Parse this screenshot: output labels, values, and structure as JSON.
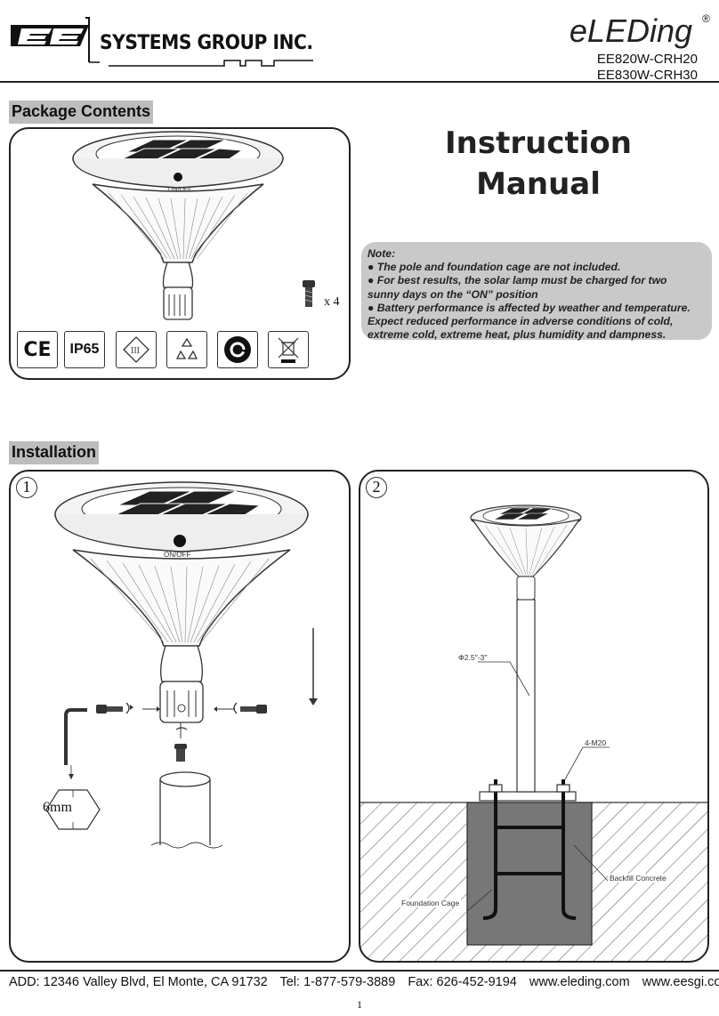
{
  "header": {
    "company_name": "SYSTEMS GROUP INC.",
    "product_brand": "eLEDing",
    "registered_mark": "®",
    "models": [
      "EE820W-CRH20",
      "EE830W-CRH30"
    ]
  },
  "sections": {
    "package_contents": "Package Contents",
    "installation": "Installation"
  },
  "title": {
    "line1": "Instruction",
    "line2": "Manual"
  },
  "package": {
    "on_off_label": "ON/OFF",
    "screw_qty": "x 4",
    "certifications": [
      "CE",
      "IP65",
      "class-III-icon",
      "recycle-icon",
      "green-dot-icon",
      "weee-bin-icon"
    ],
    "ip_rating": "IP65",
    "class_label": "III"
  },
  "note": {
    "heading": "Note:",
    "lines": [
      "● The pole and foundation cage are not included.",
      "● For best results, the solar lamp must be charged for two",
      "sunny days on the “ON” position",
      "● Battery performance is affected by weather and temperature.",
      "Expect reduced performance in adverse conditions of cold,",
      "extreme cold, extreme heat, plus humidity and dampness."
    ]
  },
  "installation": {
    "step1": {
      "number": "1",
      "on_off_label": "ON/OFF",
      "wrench_size": "6mm"
    },
    "step2": {
      "number": "2",
      "pole_diameter": "Φ2.5''-3''",
      "bolts": "4-M20",
      "backfill": "Backfill Concrete",
      "cage": "Foundation Cage"
    }
  },
  "footer": {
    "address": "ADD: 12346 Valley Blvd, El Monte, CA 91732",
    "tel": "Tel: 1-877-579-3889",
    "fax": "Fax: 626-452-9194",
    "site1": "www.eleding.com",
    "site2": "www.eesgi.com",
    "page": "1"
  }
}
